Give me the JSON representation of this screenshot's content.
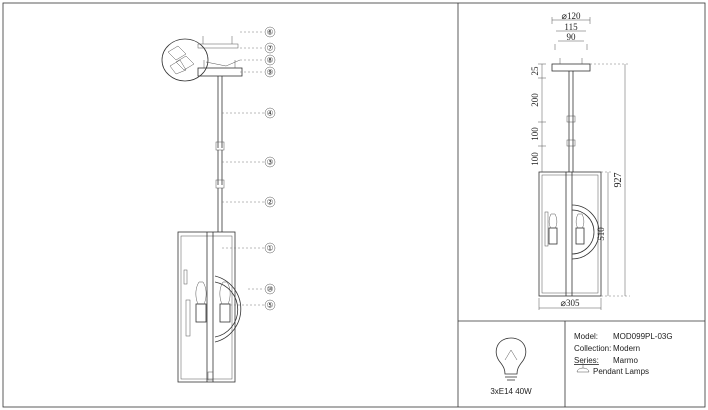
{
  "callouts": [
    "①",
    "②",
    "③",
    "④",
    "⑤",
    "⑥",
    "⑦",
    "⑧",
    "⑨",
    "⑩"
  ],
  "dims": {
    "d_top": "⌀120",
    "w_115": "115",
    "w_90": "90",
    "h_25": "25",
    "h_200": "200",
    "h_100a": "100",
    "h_100b": "100",
    "h_927": "927",
    "h_510": "510",
    "d_bottom": "⌀305"
  },
  "bulb_spec": "3xE14 40W",
  "info": {
    "model_label": "Model:",
    "model_value": "MOD099PL-03G",
    "collection_label": "Collection:",
    "collection_value": "Modern",
    "series_label": "Series:",
    "series_value": "Marmo",
    "type_value": "Pendant Lamps"
  }
}
